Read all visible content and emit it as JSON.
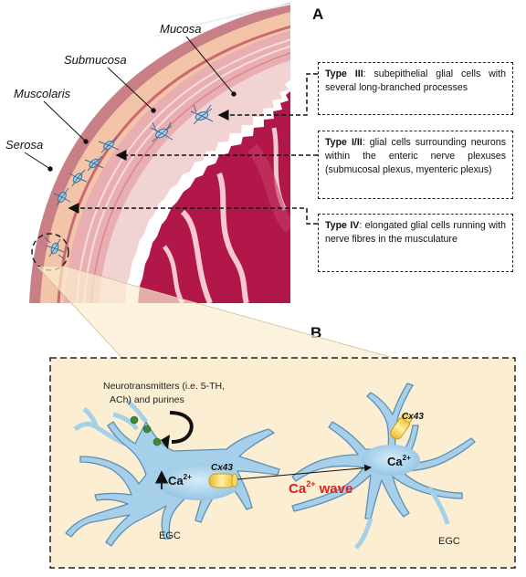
{
  "panel_a": {
    "letter": "A",
    "layers": {
      "mucosa": "Mucosa",
      "submucosa": "Submucosa",
      "muscolaris": "Muscolaris",
      "serosa": "Serosa"
    },
    "boxes": {
      "type3": {
        "title": "Type III",
        "text": ": subepithelial glial cells with several long-branched processes"
      },
      "type12": {
        "title": "Type I/II",
        "text": ": glial cells surrounding neurons within the enteric nerve plexuses (submucosal plexus, myenteric plexus)"
      },
      "type4": {
        "title": "Type IV",
        "text": ": elongated glial cells running with nerve fibres in the musculature"
      }
    }
  },
  "panel_b": {
    "letter": "B",
    "neurotransmitters_line1": "Neurotransmitters (i.e. 5-TH,",
    "neurotransmitters_line2": "ACh) and purines",
    "ca_left": "Ca",
    "ca_right": "Ca",
    "ca_sup": "2+",
    "cx_left": "Cx43",
    "cx_right": "Cx43",
    "wave_pre": "Ca",
    "wave_sup": "2+",
    "wave_post": " wave",
    "egc_left": "EGC",
    "egc_right": "EGC"
  },
  "colors": {
    "serosa": "#c97f86",
    "muscularis": "#f3c4a7",
    "submucosa": "#e8aeb1",
    "mucosa": "#f2d3d4",
    "lumen": "#b2174a",
    "glial_cell": "#a6d0ea",
    "glial_outline": "#5b8fb5",
    "panel_b_bg": "#fbeed2",
    "connexin": "#f3d23c",
    "wave_text": "#e0201d"
  }
}
